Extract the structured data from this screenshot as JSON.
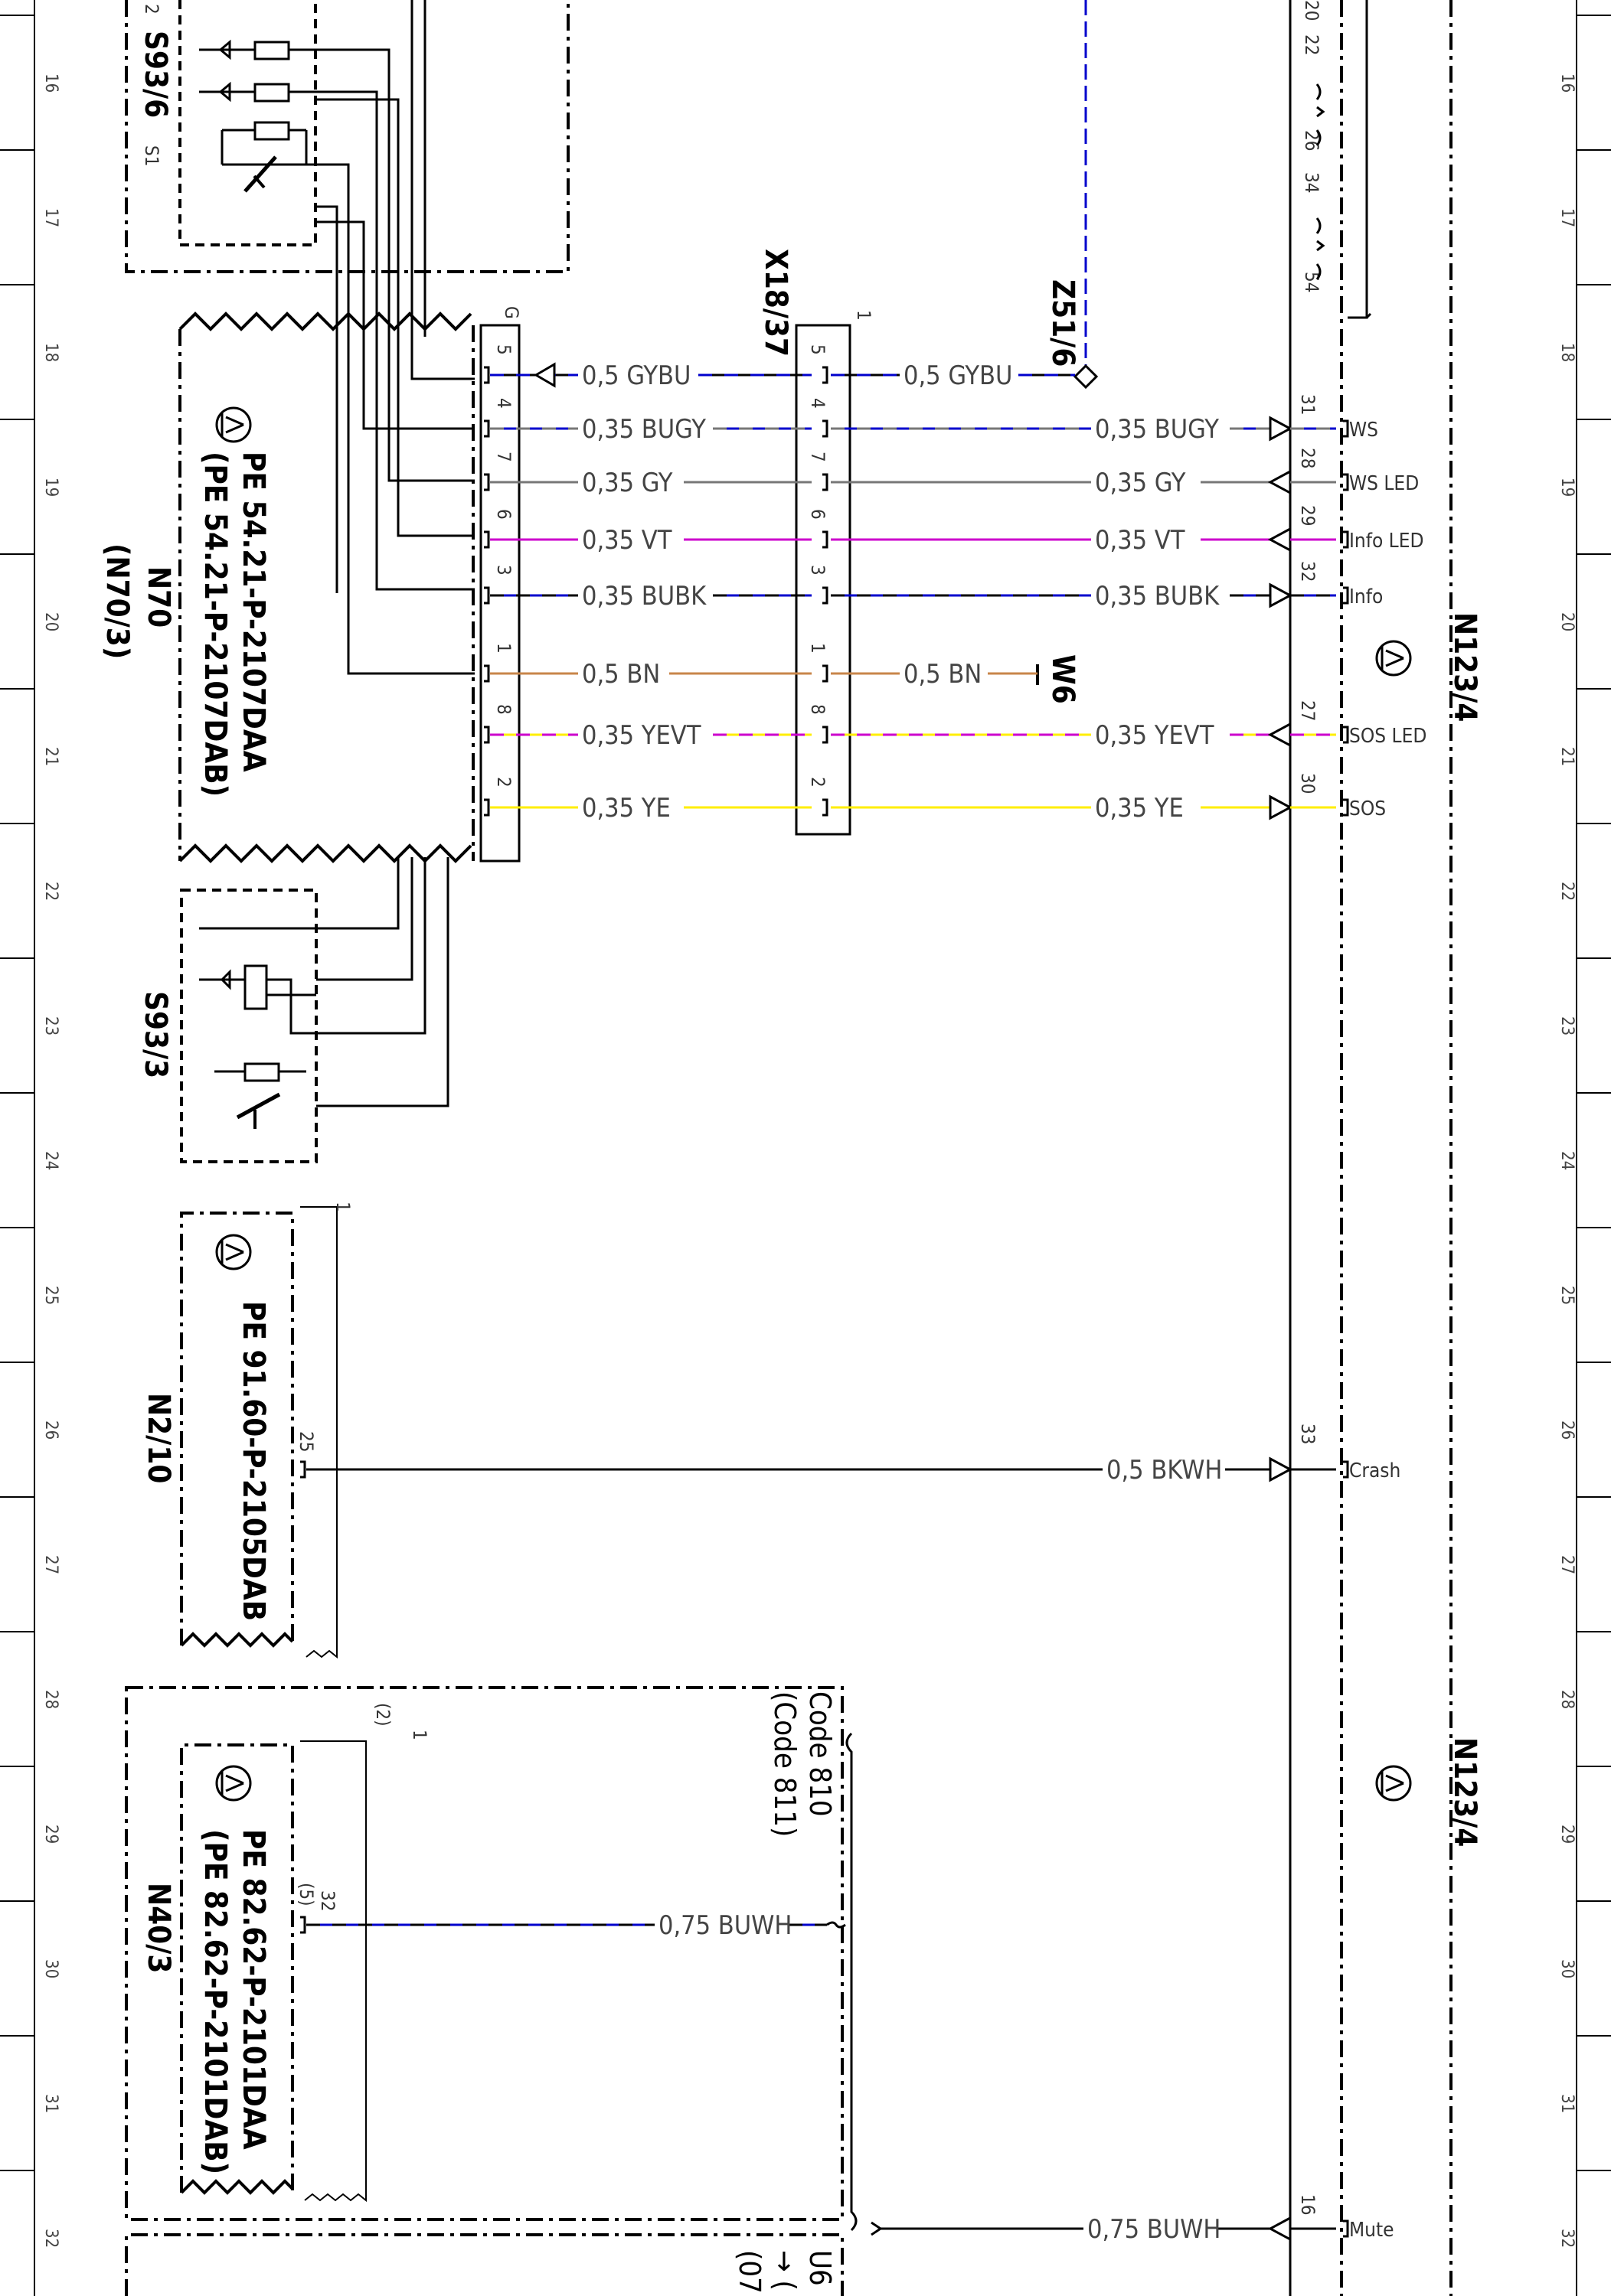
{
  "grid_numbers": [
    "16",
    "17",
    "18",
    "19",
    "20",
    "21",
    "22",
    "23",
    "24",
    "25",
    "26",
    "27",
    "28",
    "29",
    "30",
    "31",
    "32"
  ],
  "components": {
    "s93_6": {
      "name": "S93/6",
      "sub": "S1",
      "pin_top": "2"
    },
    "n70": {
      "name": "N70",
      "alt": "(N70/3)",
      "pe1": "PE 54.21-P-2107DAA",
      "pe2": "(PE 54.21-P-2107DAB)",
      "conn": "G"
    },
    "s93_3": {
      "name": "S93/3"
    },
    "n2_10": {
      "name": "N2/10",
      "pe": "PE 91.60-P-2105DAB",
      "pin_top": "1",
      "pin": "25"
    },
    "n40_3": {
      "name": "N40/3",
      "pe1": "PE 82.62-P-2101DAA",
      "pe2": "(PE 82.62-P-2101DAB)",
      "pin_top": "1",
      "pin_top_alt": "(2)",
      "pin": "32",
      "pin_alt": "(5)"
    },
    "code_box": {
      "line1": "Code 810",
      "line2": "(Code 811)"
    },
    "bottom_box": {
      "line1": "U6",
      "line2": "(07",
      "arrow": "→ ("
    },
    "x18_37": {
      "name": "X18/37",
      "pin_top": "1"
    },
    "z51_6": {
      "name": "Z51/6"
    },
    "w6": {
      "name": "W6"
    },
    "n123_4": {
      "name_top": "N123/4",
      "name_bottom": "N123/4",
      "top_pins": [
        "20",
        "22",
        "26",
        "34",
        "54"
      ]
    }
  },
  "wires": [
    {
      "id": "gybu",
      "pin": "5",
      "left_label": "0,5 GYBU",
      "right_label": "0,5 GYBU",
      "color": "#000000",
      "stripe": "#0000cc",
      "dest": "Z51/6"
    },
    {
      "id": "bugy",
      "pin": "4",
      "left_label": "0,35 BUGY",
      "right_label": "0,35 BUGY",
      "color": "#0000cc",
      "stripe": "#777777",
      "n123_pin": "31",
      "signal": "WS"
    },
    {
      "id": "gy",
      "pin": "7",
      "left_label": "0,35 GY",
      "right_label": "0,35 GY",
      "color": "#777777",
      "stripe": "",
      "n123_pin": "28",
      "signal": "WS LED"
    },
    {
      "id": "vt",
      "pin": "6",
      "left_label": "0,35 VT",
      "right_label": "0,35 VT",
      "color": "#cc00cc",
      "stripe": "",
      "n123_pin": "29",
      "signal": "Info LED"
    },
    {
      "id": "bubk",
      "pin": "3",
      "left_label": "0,35 BUBK",
      "right_label": "0,35 BUBK",
      "color": "#0000cc",
      "stripe": "#000000",
      "n123_pin": "32",
      "signal": "Info"
    },
    {
      "id": "bn",
      "pin": "1",
      "left_label": "0,5 BN",
      "right_label": "0,5 BN",
      "color": "#c8864a",
      "stripe": "",
      "dest": "W6"
    },
    {
      "id": "yevt",
      "pin": "8",
      "left_label": "0,35 YEVT",
      "right_label": "0,35 YEVT",
      "color": "#ffee00",
      "stripe": "#cc00cc",
      "n123_pin": "27",
      "signal": "SOS LED"
    },
    {
      "id": "ye",
      "pin": "2",
      "left_label": "0,35 YE",
      "right_label": "0,35 YE",
      "color": "#ffee00",
      "stripe": "",
      "n123_pin": "30",
      "signal": "SOS"
    },
    {
      "id": "bkwh",
      "pin": "25",
      "right_label": "0,5 BKWH",
      "color": "#000000",
      "stripe": "",
      "n123_pin": "33",
      "signal": "Crash"
    },
    {
      "id": "buwh_in",
      "pin": "32",
      "right_label": "0,75 BUWH",
      "color": "#0000cc",
      "stripe": "#000000"
    },
    {
      "id": "buwh_mute",
      "right_label": "0,75 BUWH",
      "color": "#000000",
      "stripe": "",
      "n123_pin": "16",
      "signal": "Mute"
    }
  ]
}
